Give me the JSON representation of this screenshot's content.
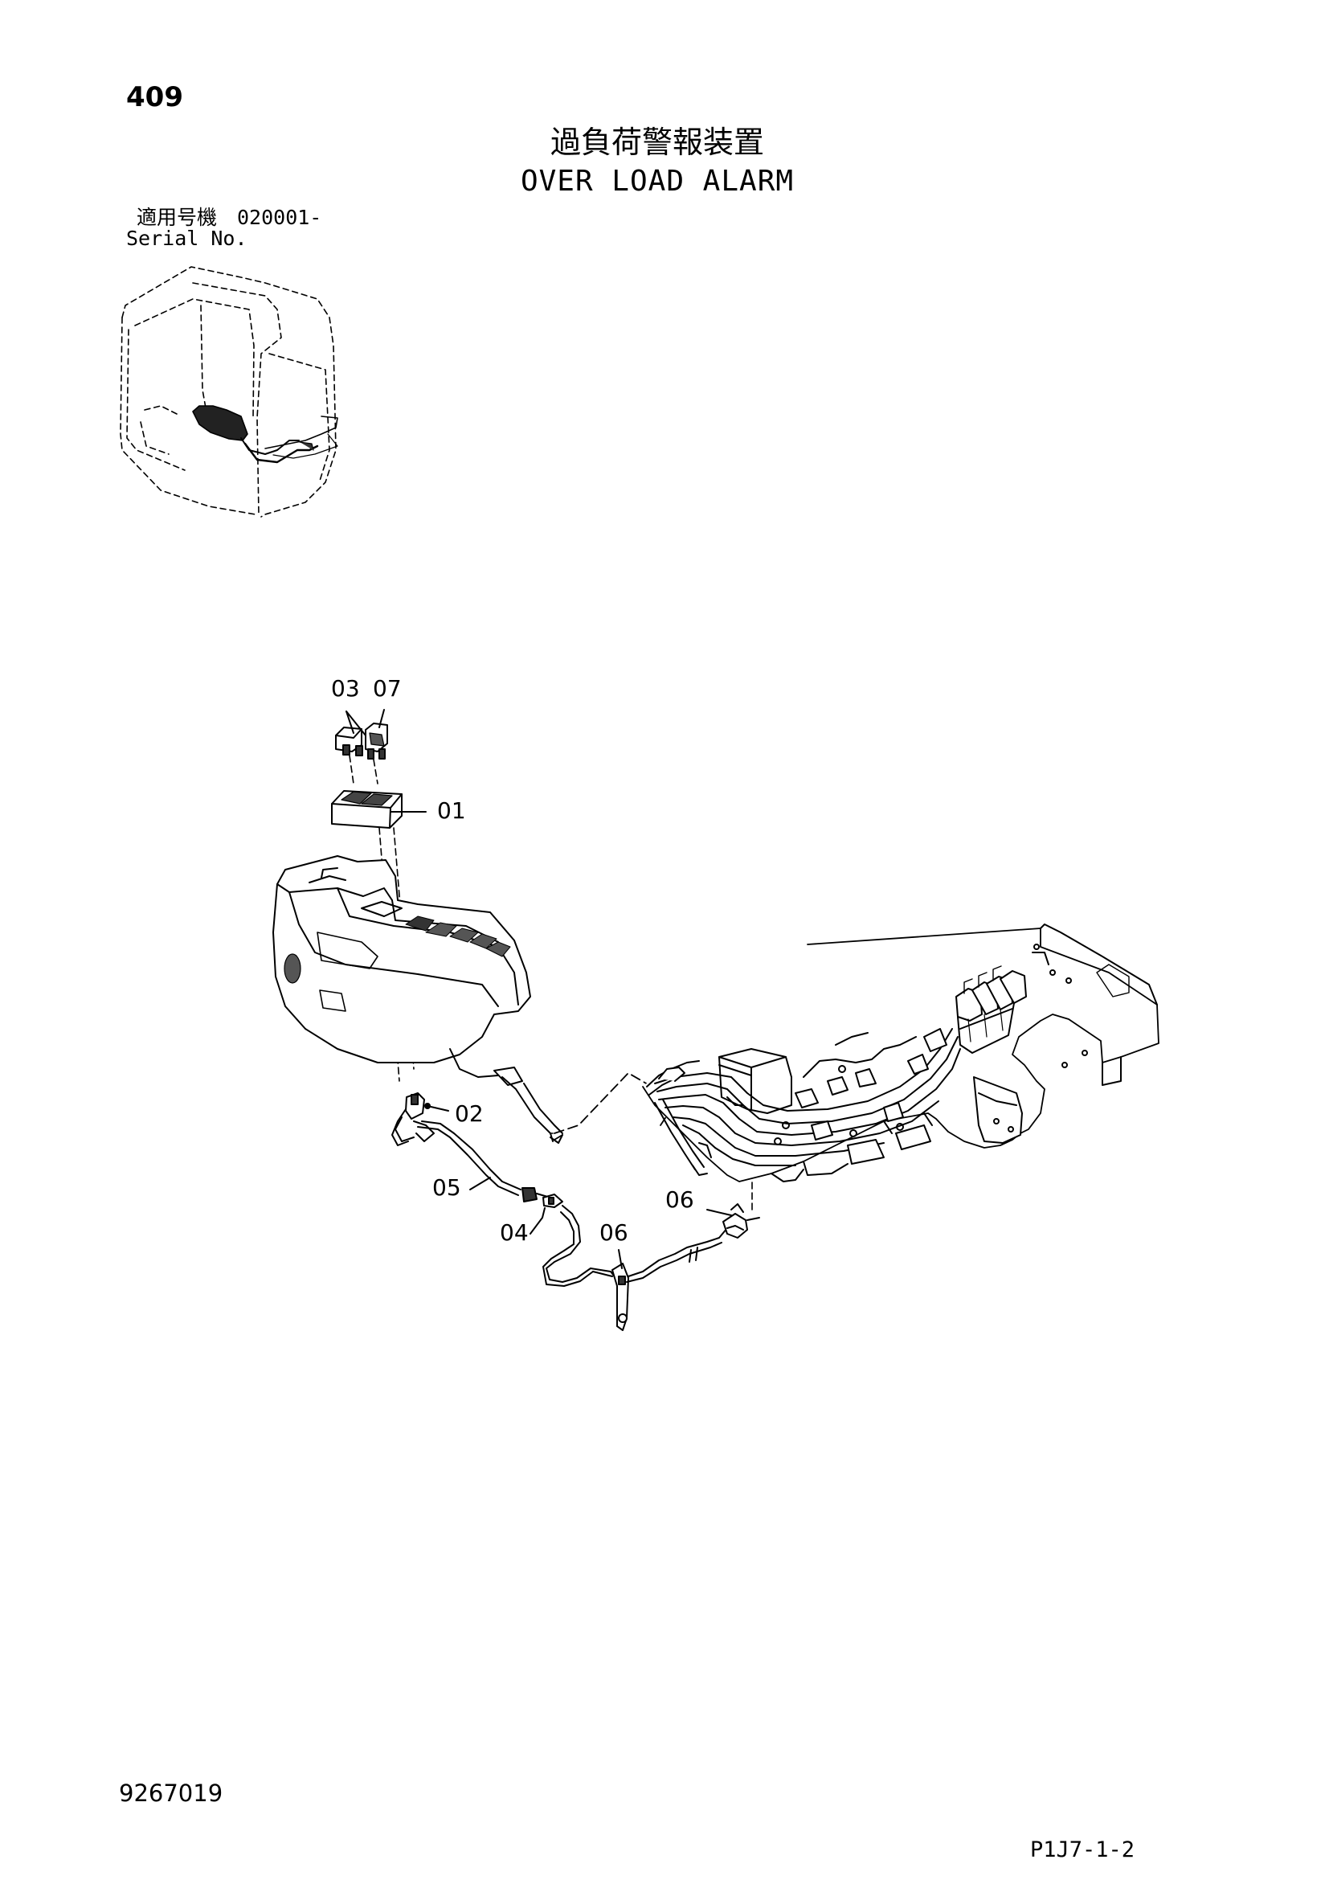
{
  "page_number": "409",
  "title_jp": "過負荷警報装置",
  "title_en": "OVER LOAD ALARM",
  "serial_label_jp": "適用号機　020001-",
  "serial_label_en": "Serial No.",
  "doc_code": "9267019",
  "page_code": "P1J7-1-2",
  "callouts": {
    "c03": "03",
    "c07": "07",
    "c01": "01",
    "c02": "02",
    "c05": "05",
    "c04": "04",
    "c06a": "06",
    "c06b": "06"
  }
}
